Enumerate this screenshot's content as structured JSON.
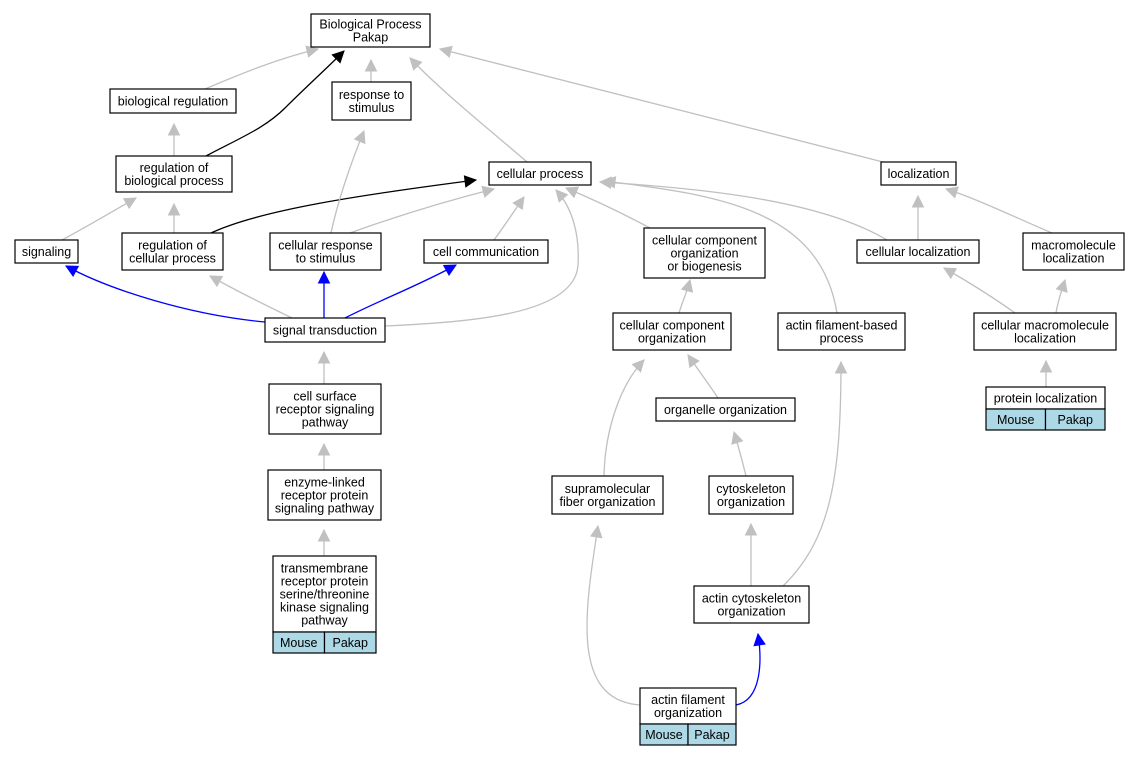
{
  "colors": {
    "edge_default": "#c0c0c0",
    "edge_regulation": "#000000",
    "edge_partof": "#0000ff",
    "annotation_fill": "#add8e6"
  },
  "nodes": {
    "bp_root": [
      "Biological Process",
      "Pakap"
    ],
    "bio_reg": [
      "biological regulation"
    ],
    "resp_stim": [
      "response to",
      "stimulus"
    ],
    "reg_bp": [
      "regulation of",
      "biological process"
    ],
    "cell_proc": [
      "cellular process"
    ],
    "localization": [
      "localization"
    ],
    "signaling": [
      "signaling"
    ],
    "reg_cp": [
      "regulation of",
      "cellular process"
    ],
    "cell_resp": [
      "cellular response",
      "to stimulus"
    ],
    "cell_comm": [
      "cell communication"
    ],
    "cc_org_bio": [
      "cellular component",
      "organization",
      "or biogenesis"
    ],
    "cell_loc": [
      "cellular localization"
    ],
    "macro_loc": [
      "macromolecule",
      "localization"
    ],
    "sig_trans": [
      "signal transduction"
    ],
    "cc_org": [
      "cellular component",
      "organization"
    ],
    "actin_fb": [
      "actin filament-based",
      "process"
    ],
    "cell_macro_loc": [
      "cellular macromolecule",
      "localization"
    ],
    "cell_surf": [
      "cell surface",
      "receptor signaling",
      "pathway"
    ],
    "organelle_org": [
      "organelle organization"
    ],
    "protein_loc": [
      "protein localization"
    ],
    "enzyme_linked": [
      "enzyme-linked",
      "receptor protein",
      "signaling pathway"
    ],
    "supramol": [
      "supramolecular",
      "fiber organization"
    ],
    "cytoskel_org": [
      "cytoskeleton",
      "organization"
    ],
    "transmembrane": [
      "transmembrane",
      "receptor protein",
      "serine/threonine",
      "kinase signaling",
      "pathway"
    ],
    "actin_cytoskel": [
      "actin cytoskeleton",
      "organization"
    ],
    "actin_fil_org": [
      "actin filament",
      "organization"
    ]
  },
  "annotation_labels": {
    "protein_loc": [
      "Mouse",
      "Pakap"
    ],
    "transmembrane": [
      "Mouse",
      "Pakap"
    ],
    "actin_fil_org": [
      "Mouse",
      "Pakap"
    ]
  },
  "edges": [
    {
      "from": "bio_reg",
      "to": "bp_root",
      "type": "is_a"
    },
    {
      "from": "resp_stim",
      "to": "bp_root",
      "type": "is_a"
    },
    {
      "from": "reg_bp",
      "to": "bp_root",
      "type": "regulates"
    },
    {
      "from": "cell_proc",
      "to": "bp_root",
      "type": "is_a"
    },
    {
      "from": "localization",
      "to": "bp_root",
      "type": "is_a"
    },
    {
      "from": "reg_bp",
      "to": "bio_reg",
      "type": "is_a"
    },
    {
      "from": "signaling",
      "to": "reg_bp",
      "type": "is_a"
    },
    {
      "from": "reg_cp",
      "to": "reg_bp",
      "type": "is_a"
    },
    {
      "from": "reg_cp",
      "to": "cell_proc",
      "type": "regulates"
    },
    {
      "from": "cell_resp",
      "to": "resp_stim",
      "type": "is_a"
    },
    {
      "from": "cell_resp",
      "to": "cell_proc",
      "type": "is_a"
    },
    {
      "from": "cell_comm",
      "to": "cell_proc",
      "type": "is_a"
    },
    {
      "from": "cc_org_bio",
      "to": "cell_proc",
      "type": "is_a"
    },
    {
      "from": "cell_loc",
      "to": "cell_proc",
      "type": "is_a"
    },
    {
      "from": "actin_fb",
      "to": "cell_proc",
      "type": "is_a"
    },
    {
      "from": "sig_trans",
      "to": "cell_proc",
      "type": "is_a"
    },
    {
      "from": "cell_loc",
      "to": "localization",
      "type": "is_a"
    },
    {
      "from": "macro_loc",
      "to": "localization",
      "type": "is_a"
    },
    {
      "from": "sig_trans",
      "to": "signaling",
      "type": "part_of"
    },
    {
      "from": "sig_trans",
      "to": "reg_cp",
      "type": "is_a"
    },
    {
      "from": "sig_trans",
      "to": "cell_resp",
      "type": "part_of"
    },
    {
      "from": "sig_trans",
      "to": "cell_comm",
      "type": "part_of"
    },
    {
      "from": "cell_macro_loc",
      "to": "cell_loc",
      "type": "is_a"
    },
    {
      "from": "cell_macro_loc",
      "to": "macro_loc",
      "type": "is_a"
    },
    {
      "from": "protein_loc",
      "to": "cell_macro_loc",
      "type": "is_a"
    },
    {
      "from": "cc_org",
      "to": "cc_org_bio",
      "type": "is_a"
    },
    {
      "from": "organelle_org",
      "to": "cc_org",
      "type": "is_a"
    },
    {
      "from": "supramol",
      "to": "cc_org",
      "type": "is_a"
    },
    {
      "from": "cytoskel_org",
      "to": "organelle_org",
      "type": "is_a"
    },
    {
      "from": "actin_cytoskel",
      "to": "cytoskel_org",
      "type": "is_a"
    },
    {
      "from": "actin_cytoskel",
      "to": "actin_fb",
      "type": "is_a"
    },
    {
      "from": "actin_fil_org",
      "to": "supramol",
      "type": "is_a"
    },
    {
      "from": "actin_fil_org",
      "to": "actin_cytoskel",
      "type": "part_of"
    },
    {
      "from": "cell_surf",
      "to": "sig_trans",
      "type": "is_a"
    },
    {
      "from": "enzyme_linked",
      "to": "cell_surf",
      "type": "is_a"
    },
    {
      "from": "transmembrane",
      "to": "enzyme_linked",
      "type": "is_a"
    }
  ]
}
